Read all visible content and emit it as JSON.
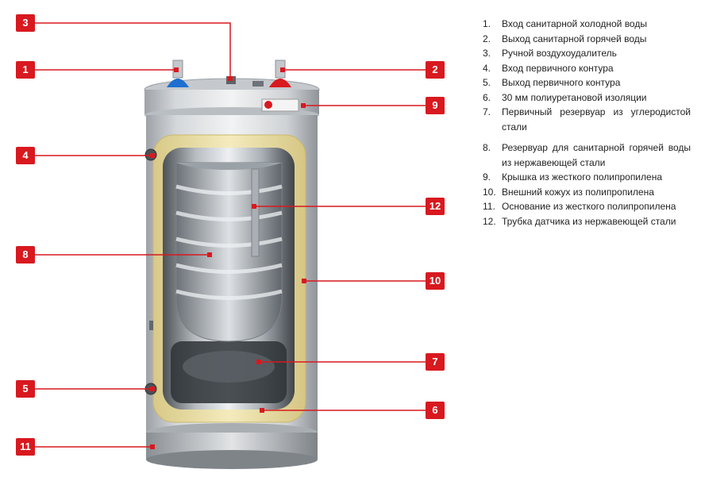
{
  "callouts": [
    {
      "id": "1",
      "label": "1"
    },
    {
      "id": "2",
      "label": "2"
    },
    {
      "id": "3",
      "label": "3"
    },
    {
      "id": "4",
      "label": "4"
    },
    {
      "id": "5",
      "label": "5"
    },
    {
      "id": "6",
      "label": "6"
    },
    {
      "id": "7",
      "label": "7"
    },
    {
      "id": "8",
      "label": "8"
    },
    {
      "id": "9",
      "label": "9"
    },
    {
      "id": "10",
      "label": "10"
    },
    {
      "id": "11",
      "label": "11"
    },
    {
      "id": "12",
      "label": "12"
    }
  ],
  "legend": [
    {
      "num": "1.",
      "text": "Вход санитарной холодной воды"
    },
    {
      "num": "2.",
      "text": "Выход санитарной горячей воды"
    },
    {
      "num": "3.",
      "text": "Ручной воздухоудалитель"
    },
    {
      "num": "4.",
      "text": "Вход первичного контура"
    },
    {
      "num": "5.",
      "text": "Выход первичного контура"
    },
    {
      "num": "6.",
      "text": "30 мм полиуретановой изоляции"
    },
    {
      "num": "7.",
      "text": "Первичный резервуар из углеродистой стали"
    },
    {
      "num": "8.",
      "text": "Резервуар для санитарной горячей воды из нержавеющей стали"
    },
    {
      "num": "9.",
      "text": "Крышка из жесткого полипропилена"
    },
    {
      "num": "10.",
      "text": "Внешний кожух из полипропилена"
    },
    {
      "num": "11.",
      "text": "Основание из жесткого полипропилена"
    },
    {
      "num": "12.",
      "text": "Трубка датчика из нержавеющей стали"
    }
  ],
  "colors": {
    "callout": "#d8191f",
    "cold": "#1e6fd0",
    "hot": "#d8191f",
    "insulation": "#efe2a0"
  }
}
